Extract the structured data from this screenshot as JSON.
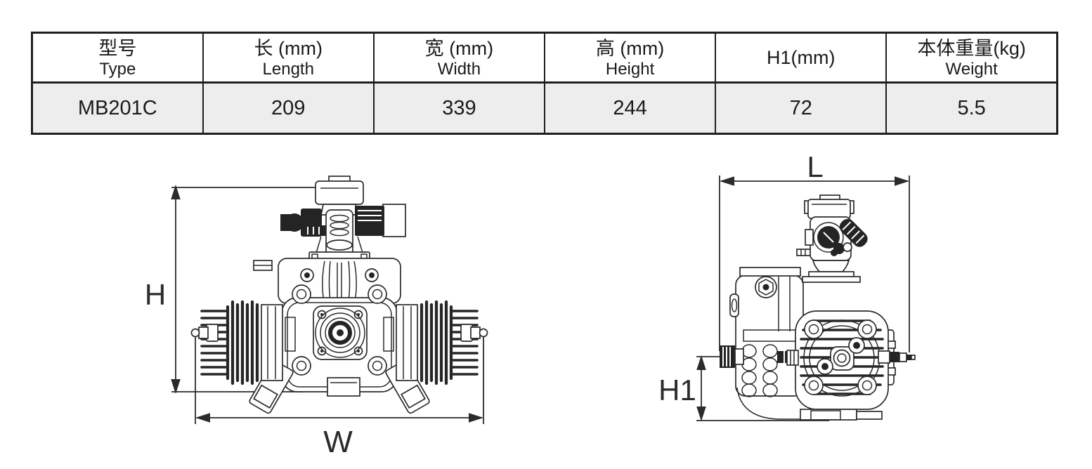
{
  "table": {
    "columns": [
      {
        "zh": "型号",
        "en": "Type"
      },
      {
        "zh": "长 (mm)",
        "en": "Length"
      },
      {
        "zh": "宽 (mm)",
        "en": "Width"
      },
      {
        "zh": "高 (mm)",
        "en": "Height"
      },
      {
        "zh": "H1(mm)",
        "en": ""
      },
      {
        "zh": "本体重量(kg)",
        "en": "Weight"
      }
    ],
    "rows": [
      {
        "type": "MB201C",
        "length": "209",
        "width": "339",
        "height": "244",
        "h1": "72",
        "weight": "5.5"
      }
    ]
  },
  "drawings": {
    "front_view": {
      "height_label": "H",
      "width_label": "W"
    },
    "side_view": {
      "length_label": "L",
      "h1_label": "H1"
    }
  },
  "colors": {
    "line": "#2b2b2b",
    "table_border": "#1f1f1f",
    "row_bg": "#eeeded",
    "text": "#1a1a1a"
  }
}
